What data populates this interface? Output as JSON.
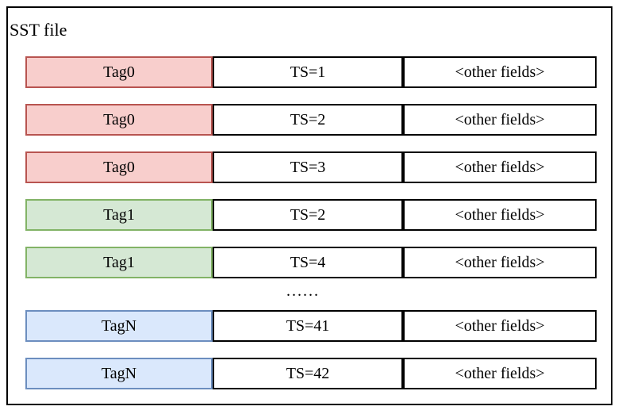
{
  "diagram": {
    "title": "SST file",
    "ellipsis": {
      "text": "......",
      "after_row_index": 4
    },
    "colors": {
      "red_fill": "#f8cecc",
      "red_border": "#b85450",
      "green_fill": "#d5e8d4",
      "green_border": "#82b366",
      "blue_fill": "#dae8fc",
      "blue_border": "#6c8ebf",
      "cell_fill": "#ffffff",
      "cell_border": "#000000"
    },
    "rows": [
      {
        "tag": "Tag0",
        "ts": "TS=1",
        "other": "<other fields>",
        "color": "red"
      },
      {
        "tag": "Tag0",
        "ts": "TS=2",
        "other": "<other fields>",
        "color": "red"
      },
      {
        "tag": "Tag0",
        "ts": "TS=3",
        "other": "<other fields>",
        "color": "red"
      },
      {
        "tag": "Tag1",
        "ts": "TS=2",
        "other": "<other fields>",
        "color": "green"
      },
      {
        "tag": "Tag1",
        "ts": "TS=4",
        "other": "<other fields>",
        "color": "green"
      },
      {
        "tag": "TagN",
        "ts": "TS=41",
        "other": "<other fields>",
        "color": "blue"
      },
      {
        "tag": "TagN",
        "ts": "TS=42",
        "other": "<other fields>",
        "color": "blue"
      }
    ]
  }
}
